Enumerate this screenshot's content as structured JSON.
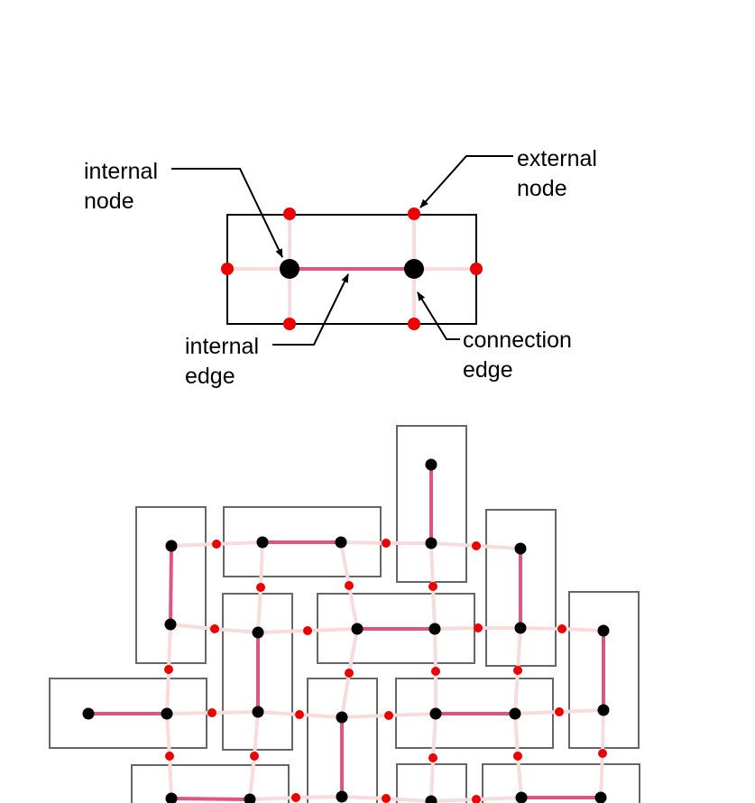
{
  "labels": {
    "internal_node": [
      "internal",
      "node"
    ],
    "external_node": [
      "external",
      "node"
    ],
    "internal_edge": [
      "internal",
      "edge"
    ],
    "connection_edge": [
      "connection",
      "edge"
    ]
  },
  "colors": {
    "internal_node": "#000000",
    "external_node": "#ee0000",
    "internal_edge": "#dd5580",
    "connection_edge": "#f8dcdc",
    "legend_box": "#000000",
    "tile_box": "#666666",
    "annotation": "#000000"
  }
}
